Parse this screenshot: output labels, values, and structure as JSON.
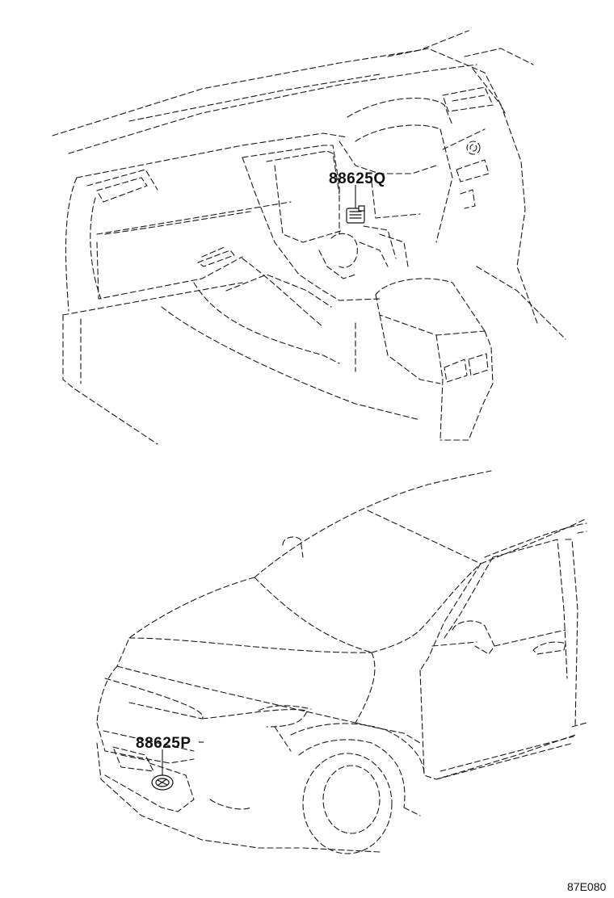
{
  "callouts": {
    "upper_part": "88625Q",
    "lower_part": "88625P"
  },
  "illustration_code": "87E080"
}
